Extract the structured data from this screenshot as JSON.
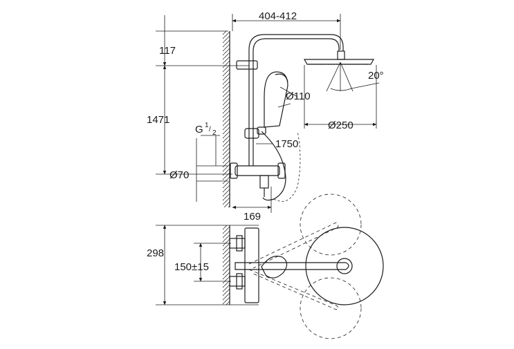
{
  "drawing": {
    "dimensions": {
      "arm_reach": "404-412",
      "top_offset": "117",
      "rail_height": "1471",
      "connection": "G",
      "connection_num": "1",
      "connection_den": "2",
      "handshower_diameter": "Ø110",
      "headshower_diameter": "Ø250",
      "tilt_angle": "20°",
      "hose_length": "1750",
      "rosette_diameter": "Ø70",
      "spout_projection": "169",
      "depth": "298",
      "center_distance": "150±15"
    },
    "line_color": "#1a1a1a"
  }
}
